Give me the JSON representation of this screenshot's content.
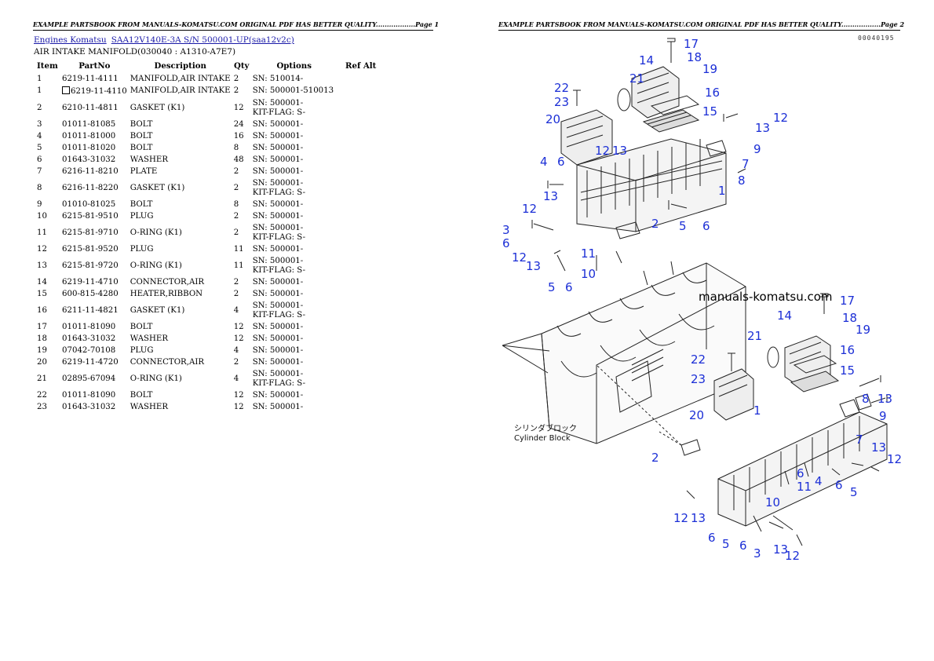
{
  "left_page": {
    "header": "EXAMPLE PARTSBOOK FROM MANUALS-KOMATSU.COM ORIGINAL PDF HAS BETTER QUALITY..................Page 1",
    "breadcrumb": {
      "link1": "Engines Komatsu",
      "link2": "SAA12V140E-3A S/N 500001-UP(saa12v2c)"
    },
    "subtitle": "AIR INTAKE MANIFOLD(030040 : A1310-A7E7)",
    "columns": [
      "Item",
      "PartNo",
      "Description",
      "Qty",
      "Options",
      "Ref Alt"
    ],
    "rows": [
      {
        "item": "1",
        "part": "6219-11-4111",
        "desc": "MANIFOLD,AIR INTAKE",
        "qty": "2",
        "opt": [
          "SN: 510014-"
        ],
        "box": false
      },
      {
        "item": "1",
        "part": "6219-11-4110",
        "desc": "MANIFOLD,AIR INTAKE",
        "qty": "2",
        "opt": [
          "SN: 500001-510013"
        ],
        "box": true
      },
      {
        "item": "2",
        "part": "6210-11-4811",
        "desc": "GASKET (K1)",
        "qty": "12",
        "opt": [
          "SN: 500001-",
          "KIT-FLAG: S-"
        ],
        "box": false
      },
      {
        "item": "3",
        "part": "01011-81085",
        "desc": "BOLT",
        "qty": "24",
        "opt": [
          "SN: 500001-"
        ],
        "box": false
      },
      {
        "item": "4",
        "part": "01011-81000",
        "desc": "BOLT",
        "qty": "16",
        "opt": [
          "SN: 500001-"
        ],
        "box": false
      },
      {
        "item": "5",
        "part": "01011-81020",
        "desc": "BOLT",
        "qty": "8",
        "opt": [
          "SN: 500001-"
        ],
        "box": false
      },
      {
        "item": "6",
        "part": "01643-31032",
        "desc": "WASHER",
        "qty": "48",
        "opt": [
          "SN: 500001-"
        ],
        "box": false
      },
      {
        "item": "7",
        "part": "6216-11-8210",
        "desc": "PLATE",
        "qty": "2",
        "opt": [
          "SN: 500001-"
        ],
        "box": false
      },
      {
        "item": "8",
        "part": "6216-11-8220",
        "desc": "GASKET (K1)",
        "qty": "2",
        "opt": [
          "SN: 500001-",
          "KIT-FLAG: S-"
        ],
        "box": false
      },
      {
        "item": "9",
        "part": "01010-81025",
        "desc": "BOLT",
        "qty": "8",
        "opt": [
          "SN: 500001-"
        ],
        "box": false
      },
      {
        "item": "10",
        "part": "6215-81-9510",
        "desc": "PLUG",
        "qty": "2",
        "opt": [
          "SN: 500001-"
        ],
        "box": false
      },
      {
        "item": "11",
        "part": "6215-81-9710",
        "desc": "O-RING (K1)",
        "qty": "2",
        "opt": [
          "SN: 500001-",
          "KIT-FLAG: S-"
        ],
        "box": false
      },
      {
        "item": "12",
        "part": "6215-81-9520",
        "desc": "PLUG",
        "qty": "11",
        "opt": [
          "SN: 500001-"
        ],
        "box": false
      },
      {
        "item": "13",
        "part": "6215-81-9720",
        "desc": "O-RING (K1)",
        "qty": "11",
        "opt": [
          "SN: 500001-",
          "KIT-FLAG: S-"
        ],
        "box": false
      },
      {
        "item": "14",
        "part": "6219-11-4710",
        "desc": "CONNECTOR,AIR",
        "qty": "2",
        "opt": [
          "SN: 500001-"
        ],
        "box": false
      },
      {
        "item": "15",
        "part": "600-815-4280",
        "desc": "HEATER,RIBBON",
        "qty": "2",
        "opt": [
          "SN: 500001-"
        ],
        "box": false
      },
      {
        "item": "16",
        "part": "6211-11-4821",
        "desc": "GASKET (K1)",
        "qty": "4",
        "opt": [
          "SN: 500001-",
          "KIT-FLAG: S-"
        ],
        "box": false
      },
      {
        "item": "17",
        "part": "01011-81090",
        "desc": "BOLT",
        "qty": "12",
        "opt": [
          "SN: 500001-"
        ],
        "box": false
      },
      {
        "item": "18",
        "part": "01643-31032",
        "desc": "WASHER",
        "qty": "12",
        "opt": [
          "SN: 500001-"
        ],
        "box": false
      },
      {
        "item": "19",
        "part": "07042-70108",
        "desc": "PLUG",
        "qty": "4",
        "opt": [
          "SN: 500001-"
        ],
        "box": false
      },
      {
        "item": "20",
        "part": "6219-11-4720",
        "desc": "CONNECTOR,AIR",
        "qty": "2",
        "opt": [
          "SN: 500001-"
        ],
        "box": false
      },
      {
        "item": "21",
        "part": "02895-67094",
        "desc": "O-RING (K1)",
        "qty": "4",
        "opt": [
          "SN: 500001-",
          "KIT-FLAG: S-"
        ],
        "box": false
      },
      {
        "item": "22",
        "part": "01011-81090",
        "desc": "BOLT",
        "qty": "12",
        "opt": [
          "SN: 500001-"
        ],
        "box": false
      },
      {
        "item": "23",
        "part": "01643-31032",
        "desc": "WASHER",
        "qty": "12",
        "opt": [
          "SN: 500001-"
        ],
        "box": false
      }
    ]
  },
  "right_page": {
    "header": "EXAMPLE PARTSBOOK FROM MANUALS-KOMATSU.COM ORIGINAL PDF HAS BETTER QUALITY..................Page 2",
    "corner_code": "00040195",
    "watermark": "manuals-komatsu.com",
    "cylinder_block_label_jp": "シリンダブロック",
    "cylinder_block_label_en": "Cylinder Block",
    "callouts_upper": [
      "17",
      "18",
      "19",
      "14",
      "21",
      "22",
      "23",
      "20",
      "16",
      "15",
      "12",
      "13",
      "9",
      "7",
      "8",
      "4",
      "6",
      "12",
      "13",
      "1",
      "13",
      "12",
      "3",
      "6",
      "12",
      "13",
      "11",
      "10",
      "5",
      "6",
      "2",
      "5",
      "6"
    ],
    "callouts_lower": [
      "17",
      "18",
      "19",
      "14",
      "21",
      "22",
      "23",
      "16",
      "15",
      "20",
      "1",
      "13",
      "9",
      "7",
      "8",
      "13",
      "12",
      "2",
      "11",
      "10",
      "6",
      "4",
      "6",
      "5",
      "12",
      "13",
      "6",
      "5",
      "6",
      "3",
      "13",
      "12"
    ],
    "callout_color": "#1c2fd6"
  }
}
